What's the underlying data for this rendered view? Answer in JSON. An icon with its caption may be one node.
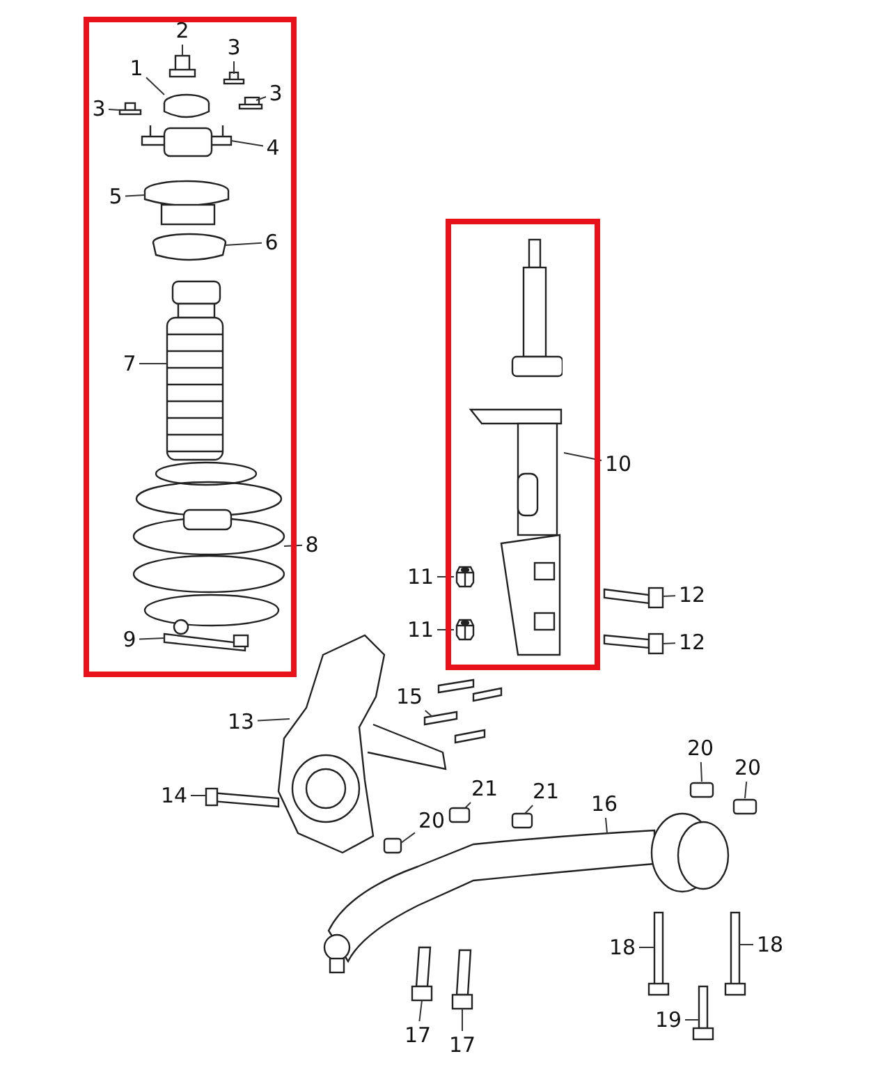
{
  "diagram": {
    "nodes": [
      {
        "text": [],
        "shape": "box"
      },
      {
        "text": [
          "2"
        ],
        "in": 0
      },
      {
        "text": [
          "1"
        ],
        "in": 0
      },
      {
        "text": [
          "3"
        ],
        "in": 0
      },
      {
        "text": [
          "3"
        ],
        "in": 0
      },
      {
        "text": [
          "3"
        ],
        "in": 0
      },
      {
        "text": [
          "4"
        ],
        "in": 0
      },
      {
        "text": [
          "5"
        ],
        "in": 0
      },
      {
        "text": [
          "6"
        ],
        "in": 0
      },
      {
        "text": [
          "7"
        ],
        "in": 0
      },
      {
        "text": [
          "8"
        ]
      },
      {
        "text": [
          "9"
        ],
        "in": 0
      },
      {
        "text": [],
        "shape": "box"
      },
      {
        "text": [],
        "shape": "picture",
        "in": 12
      },
      {
        "text": [],
        "shape": "picture",
        "in": 12
      },
      {
        "text": [],
        "shape": "picture",
        "in": 12
      },
      {
        "text": [
          "10"
        ]
      },
      {
        "text": [
          "11"
        ]
      },
      {
        "text": [
          "12"
        ]
      },
      {
        "text": [
          "11"
        ]
      },
      {
        "text": [
          "12"
        ]
      },
      {
        "text": [
          "13"
        ]
      },
      {
        "text": [
          "15"
        ]
      },
      {
        "text": [
          "14"
        ]
      },
      {
        "text": [
          "20"
        ]
      },
      {
        "text": [
          "20"
        ]
      },
      {
        "text": [
          "21"
        ]
      },
      {
        "text": [
          "21"
        ]
      },
      {
        "text": [
          "16"
        ]
      },
      {
        "text": [
          "20"
        ]
      },
      {
        "text": [
          "18"
        ]
      },
      {
        "text": [
          "18"
        ]
      },
      {
        "text": [
          "19"
        ]
      },
      {
        "text": [
          "17"
        ]
      },
      {
        "text": [
          "17"
        ]
      }
    ],
    "edges": [
      {
        "from": 1,
        "to": null,
        "arrow": "none"
      },
      {
        "from": 2,
        "to": null,
        "arrow": "none"
      },
      {
        "from": 3,
        "to": null,
        "arrow": "none"
      },
      {
        "from": 4,
        "to": null,
        "arrow": "none"
      },
      {
        "from": 5,
        "to": null,
        "arrow": "none"
      },
      {
        "from": 6,
        "to": null,
        "arrow": "none"
      },
      {
        "from": 7,
        "to": null,
        "arrow": "none"
      },
      {
        "from": 8,
        "to": null,
        "arrow": "none"
      },
      {
        "from": 9,
        "to": null,
        "arrow": "none"
      },
      {
        "from": 10,
        "to": null,
        "arrow": "none"
      },
      {
        "from": 11,
        "to": null,
        "arrow": "none"
      },
      {
        "from": 16,
        "to": 13,
        "arrow": "none"
      },
      {
        "from": 17,
        "to": 14,
        "arrow": "none"
      },
      {
        "from": 18,
        "to": null,
        "arrow": "none"
      },
      {
        "from": 19,
        "to": 15,
        "arrow": "none"
      },
      {
        "from": 20,
        "to": null,
        "arrow": "none"
      },
      {
        "from": 21,
        "to": null,
        "arrow": "none"
      },
      {
        "from": 22,
        "to": null,
        "arrow": "none"
      },
      {
        "from": 23,
        "to": null,
        "arrow": "none"
      },
      {
        "from": 24,
        "to": null,
        "arrow": "none"
      },
      {
        "from": 25,
        "to": null,
        "arrow": "none"
      },
      {
        "from": 26,
        "to": null,
        "arrow": "none"
      },
      {
        "from": 27,
        "to": null,
        "arrow": "none"
      },
      {
        "from": 28,
        "to": null,
        "arrow": "none"
      },
      {
        "from": 29,
        "to": null,
        "arrow": "none"
      },
      {
        "from": 30,
        "to": null,
        "arrow": "none"
      },
      {
        "from": 31,
        "to": null,
        "arrow": "none"
      },
      {
        "from": 32,
        "to": null,
        "arrow": "none"
      },
      {
        "from": 33,
        "to": null,
        "arrow": "none"
      },
      {
        "from": 34,
        "to": null,
        "arrow": "none"
      }
    ]
  }
}
